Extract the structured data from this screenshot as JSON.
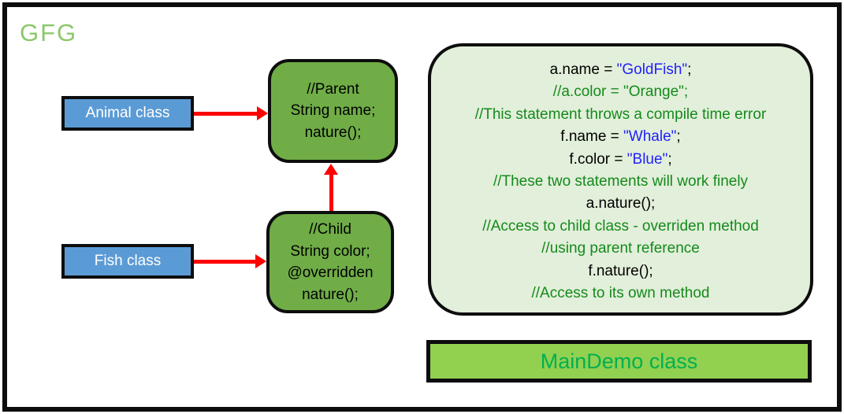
{
  "logo": {
    "text": "GFG"
  },
  "diagram": {
    "animal_box": {
      "label": "Animal class"
    },
    "fish_box": {
      "label": "Fish class"
    },
    "parent_box": {
      "lines": [
        "//Parent",
        "String name;",
        "nature();"
      ]
    },
    "child_box": {
      "lines": [
        "//Child",
        "String color;",
        "@overridden",
        "nature();"
      ]
    },
    "arrows": [
      {
        "name": "animal-to-parent",
        "direction": "right"
      },
      {
        "name": "fish-to-child",
        "direction": "right"
      },
      {
        "name": "child-to-parent",
        "direction": "up"
      }
    ]
  },
  "code_panel": {
    "lines": [
      [
        {
          "t": "a.name = ",
          "c": "code"
        },
        {
          "t": "\"GoldFish\"",
          "c": "string"
        },
        {
          "t": ";",
          "c": "code"
        }
      ],
      [
        {
          "t": "//a.color = \"Orange\";",
          "c": "comment"
        }
      ],
      [
        {
          "t": "//This statement throws a compile time error",
          "c": "comment"
        }
      ],
      [
        {
          "t": "f.name = ",
          "c": "code"
        },
        {
          "t": "\"Whale\"",
          "c": "string"
        },
        {
          "t": ";",
          "c": "code"
        }
      ],
      [
        {
          "t": "f.color = ",
          "c": "code"
        },
        {
          "t": "\"Blue\"",
          "c": "string"
        },
        {
          "t": ";",
          "c": "code"
        }
      ],
      [
        {
          "t": "//These two statements will work finely",
          "c": "comment"
        }
      ],
      [
        {
          "t": "a.nature();",
          "c": "code"
        }
      ],
      [
        {
          "t": "//Access to child class - overriden method",
          "c": "comment"
        }
      ],
      [
        {
          "t": "//using parent reference",
          "c": "comment"
        }
      ],
      [
        {
          "t": "f.nature();",
          "c": "code"
        }
      ],
      [
        {
          "t": "//Access to its own method",
          "c": "comment"
        }
      ]
    ]
  },
  "maindemo_box": {
    "label": "MainDemo class"
  },
  "colors": {
    "logo_green": "#8bc86a",
    "reference_box_blue": "#5b9bd5",
    "class_box_green": "#70ad47",
    "code_panel_bg": "#e2efda",
    "comment_green": "#148a1c",
    "string_blue": "#2121ff",
    "code_black": "#000000",
    "maindemo_bg": "#92d050",
    "maindemo_text": "#00b050",
    "arrow_red": "#ff0000",
    "border_black": "#0d0d0d"
  }
}
